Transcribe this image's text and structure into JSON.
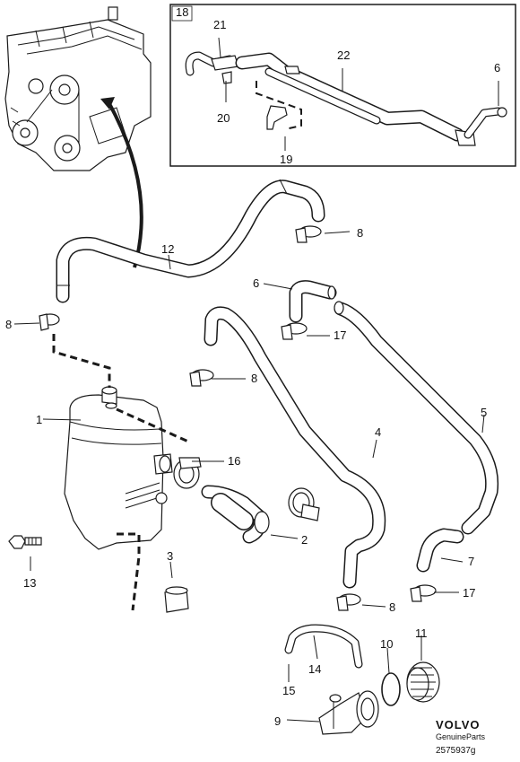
{
  "callouts": {
    "c1": "1",
    "c2": "2",
    "c3": "3",
    "c4": "4",
    "c5": "5",
    "c6_main": "6",
    "c6_inset": "6",
    "c7": "7",
    "c8_a": "8",
    "c8_b": "8",
    "c8_c": "8",
    "c8_d": "8",
    "c9": "9",
    "c10": "10",
    "c11": "11",
    "c12": "12",
    "c13": "13",
    "c14": "14",
    "c15": "15",
    "c16": "16",
    "c17_a": "17",
    "c17_b": "17",
    "c18": "18",
    "c19": "19",
    "c20": "20",
    "c21": "21",
    "c22": "22"
  },
  "footer": {
    "brand": "VOLVO",
    "sub": "GenuineParts",
    "code": "2575937g"
  },
  "colors": {
    "line": "#1a1a1a",
    "hose_fill": "#ffffff"
  }
}
